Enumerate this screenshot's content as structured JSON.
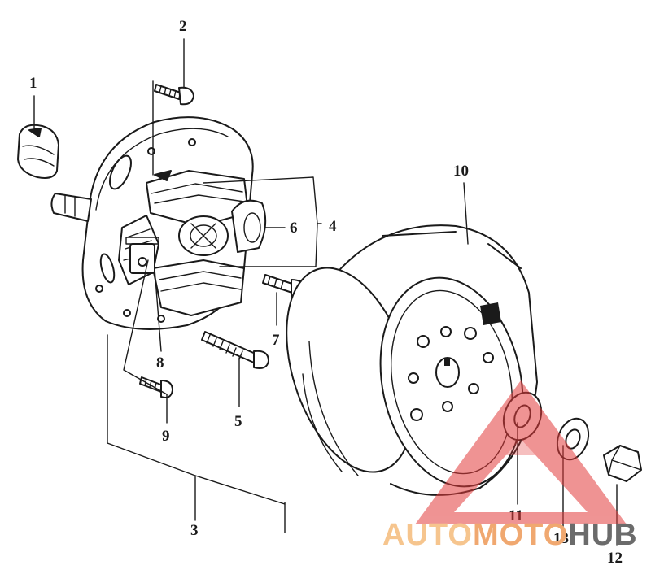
{
  "callouts": [
    {
      "id": "1",
      "label": "1"
    },
    {
      "id": "2",
      "label": "2"
    },
    {
      "id": "3",
      "label": "3"
    },
    {
      "id": "4",
      "label": "4"
    },
    {
      "id": "5",
      "label": "5"
    },
    {
      "id": "6",
      "label": "6"
    },
    {
      "id": "7",
      "label": "7"
    },
    {
      "id": "8",
      "label": "8"
    },
    {
      "id": "9",
      "label": "9"
    },
    {
      "id": "10",
      "label": "10"
    },
    {
      "id": "11",
      "label": "11"
    },
    {
      "id": "12",
      "label": "12"
    },
    {
      "id": "13",
      "label": "13"
    }
  ],
  "watermark": {
    "part1": "AUTO",
    "part2": "MOTO",
    "part3": "HUB",
    "color_light": "#f6c58e",
    "color_mid": "#f0a870",
    "color_dark": "#6b6b6b",
    "triangle_color": "#e23c3c"
  },
  "colors": {
    "ink": "#1a1a1a",
    "background": "#ffffff"
  }
}
